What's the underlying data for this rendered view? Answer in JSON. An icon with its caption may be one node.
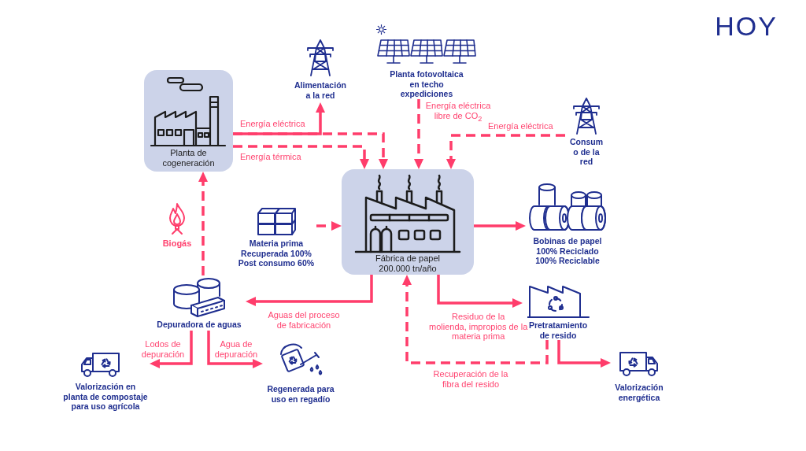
{
  "diagram": {
    "title": "HOY",
    "nodes": [
      {
        "text": [
          "Planta de cogeneración"
        ]
      },
      {
        "text": [
          "Alimentación a la red"
        ]
      },
      {
        "text": [
          "Planta fotovoltaica en techo expediciones"
        ]
      },
      {
        "text": [
          "Consumo de la red"
        ]
      },
      {
        "text": [
          "Fábrica de papel 200.000 tn/año"
        ]
      },
      {
        "text": [
          "Materia prima Recuperada 100% Post consumo 60%"
        ]
      },
      {
        "text": [
          "Bobinas de papel 100% Reciclado 100% Reciclable"
        ]
      },
      {
        "text": [
          "Depuradora de aguas"
        ]
      },
      {
        "text": [
          "Pretratamiento de resido"
        ]
      },
      {
        "text": [
          "Valorización en planta de compostaje para uso agrícola"
        ]
      },
      {
        "text": [
          "Regenerada para uso en regadío"
        ]
      },
      {
        "text": [
          "Valorización energética"
        ]
      }
    ],
    "edges": [
      {
        "from": 0,
        "to": 1,
        "arrow": "to"
      },
      {
        "from": 0,
        "to": 4,
        "arrow": "to",
        "label": "Energía eléctrica",
        "style": "dashed"
      },
      {
        "from": 0,
        "to": 4,
        "arrow": "to",
        "label": "Energía térmica",
        "style": "dashed"
      },
      {
        "from": 2,
        "to": 4,
        "arrow": "to",
        "label": "Energía eléctrica libre de CO$_{2}$",
        "style": "dashed"
      },
      {
        "from": 3,
        "to": 4,
        "arrow": "to",
        "label": "Energía eléctrica",
        "style": "dashed"
      },
      {
        "from": 5,
        "to": 4,
        "arrow": "to",
        "style": "dashed"
      },
      {
        "from": 4,
        "to": 6,
        "arrow": "to"
      },
      {
        "from": 4,
        "to": 7,
        "arrow": "to",
        "label": "Aguas del proceso de fabricación"
      },
      {
        "from": 4,
        "to": 8,
        "arrow": "to",
        "label": "Residuo de la molienda, impropios de la materia prima"
      },
      {
        "from": 8,
        "to": 4,
        "arrow": "to",
        "label": "Recuperación de la fibra del resido",
        "style": "dashed"
      },
      {
        "from": 8,
        "to": 11,
        "arrow": "to"
      },
      {
        "from": 7,
        "to": 0,
        "arrow": "to",
        "label": "Biogás",
        "style": "dashed"
      },
      {
        "from": 7,
        "to": 9,
        "arrow": "to",
        "label": "Lodos de depuración"
      },
      {
        "from": 7,
        "to": 10,
        "arrow": "to",
        "label": "Agua de depuración"
      }
    ]
  }
}
